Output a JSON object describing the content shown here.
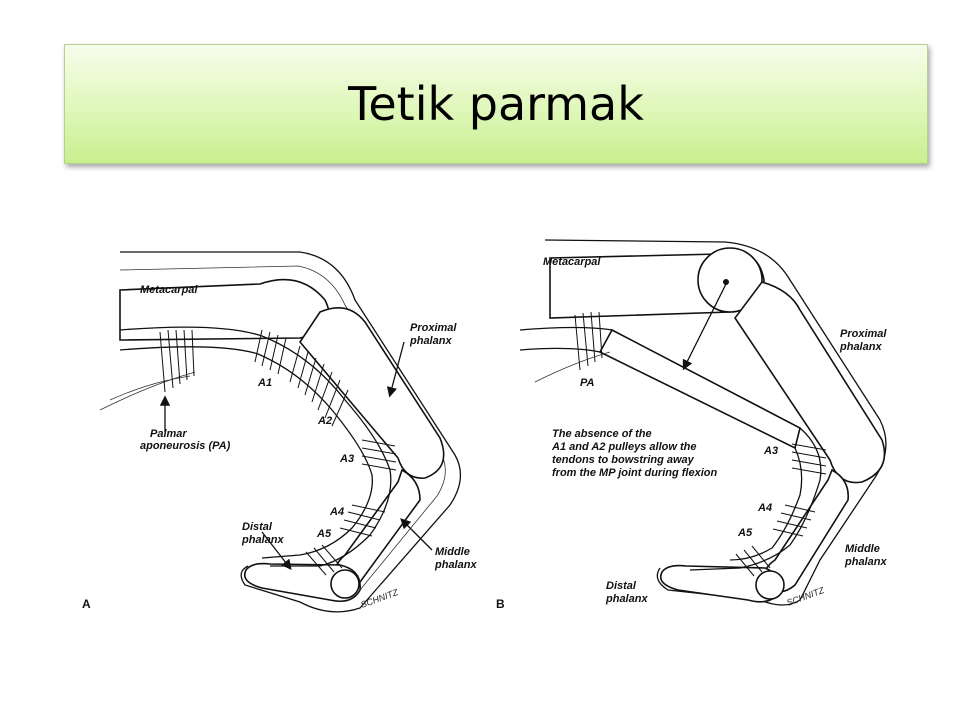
{
  "slide": {
    "title": "Tetik parmak"
  },
  "figure_a": {
    "panel": "A",
    "labels": {
      "metacarpal": "Metacarpal",
      "proximal_1": "Proximal",
      "proximal_2": "phalanx",
      "palmar_1": "Palmar",
      "palmar_2": "aponeurosis (PA)",
      "a1": "A1",
      "a2": "A2",
      "a3": "A3",
      "a4": "A4",
      "a5": "A5",
      "distal_1": "Distal",
      "distal_2": "phalanx",
      "middle_1": "Middle",
      "middle_2": "phalanx",
      "signature": "SCHNITZ"
    }
  },
  "figure_b": {
    "panel": "B",
    "labels": {
      "metacarpal": "Metacarpal",
      "pa": "PA",
      "proximal_1": "Proximal",
      "proximal_2": "phalanx",
      "note": [
        "The absence of the",
        "A1 and A2 pulleys allow the",
        "tendons to bowstring away",
        "from the MP joint during flexion"
      ],
      "a3": "A3",
      "a4": "A4",
      "a5": "A5",
      "middle_1": "Middle",
      "middle_2": "phalanx",
      "distal_1": "Distal",
      "distal_2": "phalanx",
      "signature": "SCHNITZ"
    }
  }
}
